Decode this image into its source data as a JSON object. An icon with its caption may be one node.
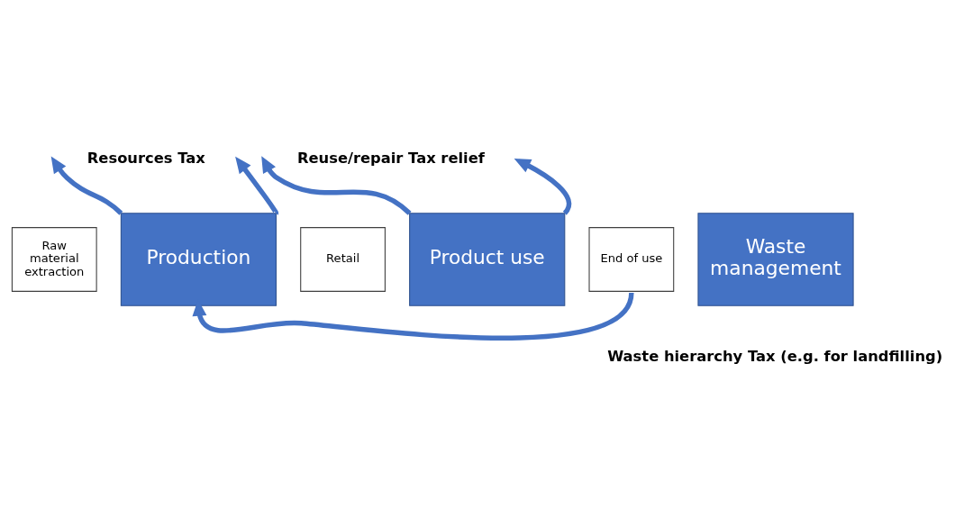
{
  "diagram": {
    "nodes": [
      {
        "text": [
          "Raw material extraction"
        ]
      },
      {
        "text": [
          "Production"
        ]
      },
      {
        "text": [
          "Retail"
        ]
      },
      {
        "text": [
          "Product use"
        ]
      },
      {
        "text": [
          "End of use"
        ]
      },
      {
        "text": [
          "Waste management"
        ]
      }
    ],
    "edges": [
      {
        "from": 1,
        "to": null,
        "arrow": "to"
      },
      {
        "from": 1,
        "to": null,
        "arrow": "to"
      },
      {
        "from": 3,
        "to": null,
        "arrow": "to"
      },
      {
        "from": 3,
        "to": null,
        "arrow": "to"
      },
      {
        "from": 4,
        "to": 1,
        "arrow": "to"
      }
    ],
    "labels": [
      "Resources Tax",
      "Reuse/repair Tax relief",
      "Waste hierarchy Tax (e.g. for landfilling)"
    ]
  }
}
